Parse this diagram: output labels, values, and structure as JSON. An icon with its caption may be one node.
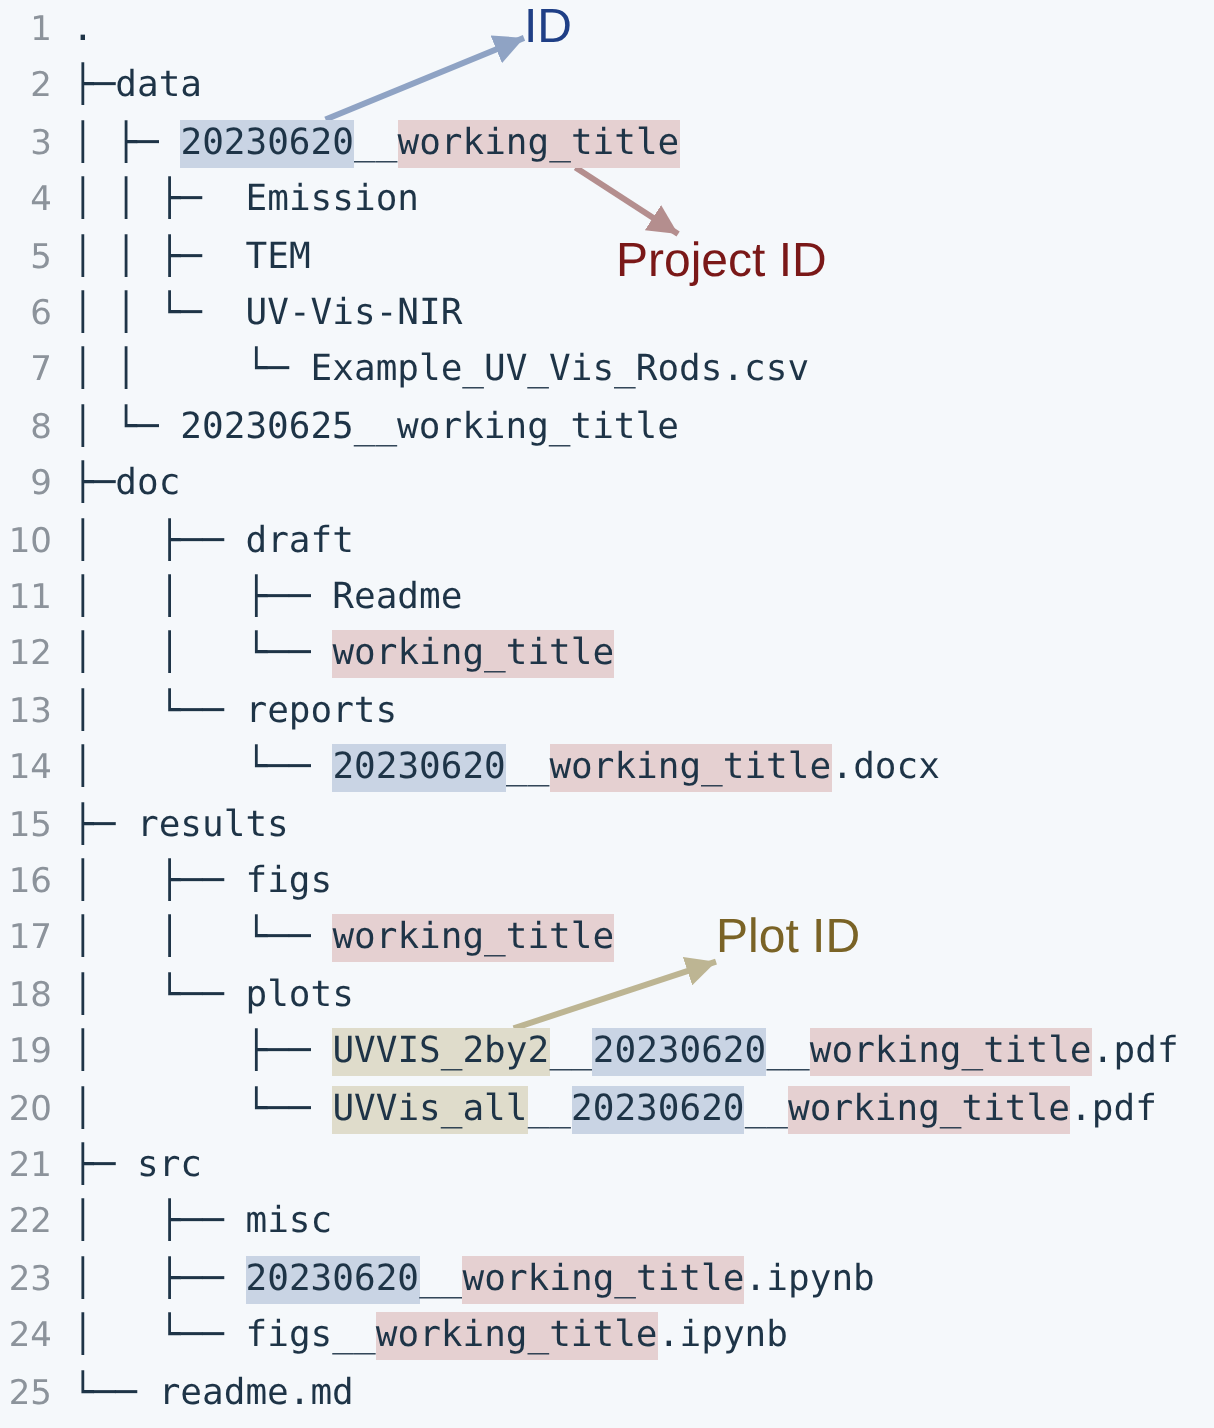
{
  "diagram": {
    "nodes": [
      {
        "text": [
          "ID"
        ]
      },
      {
        "text": [
          "20230620"
        ]
      },
      {
        "text": [
          "working_title"
        ]
      },
      {
        "text": [
          "Project ID"
        ]
      },
      {
        "text": [
          "working_title"
        ]
      },
      {
        "text": [
          "20230620"
        ]
      },
      {
        "text": [
          "working_title"
        ]
      },
      {
        "text": [
          "working_title"
        ]
      },
      {
        "text": [
          "Plot ID"
        ]
      },
      {
        "text": [
          "UVVIS_2by2"
        ]
      },
      {
        "text": [
          "20230620"
        ]
      },
      {
        "text": [
          "working_title"
        ]
      },
      {
        "text": [
          "UVVis_all"
        ]
      },
      {
        "text": [
          "20230620"
        ]
      },
      {
        "text": [
          "working_title"
        ]
      },
      {
        "text": [
          "20230620"
        ]
      },
      {
        "text": [
          "working_title"
        ]
      },
      {
        "text": [
          "working_title"
        ]
      }
    ],
    "edges": [
      {
        "from": 1,
        "to": 0,
        "arrow": "to",
        "color": "#8fa3c4"
      },
      {
        "from": 2,
        "to": 3,
        "arrow": "to",
        "color": "#b48e8e"
      },
      {
        "from": 9,
        "to": 8,
        "arrow": "to",
        "color": "#bdb593"
      }
    ],
    "labels": [
      "1",
      ".",
      "2",
      "├─data",
      "3",
      "│ ├─",
      "__",
      "4",
      "│ │ ├─",
      "Emission",
      "5",
      "│ │ ├─",
      "TEM",
      "6",
      "│ │ └─",
      "UV-Vis-NIR",
      "7",
      "│ │",
      "└─ Example_UV_Vis_Rods.csv",
      "8",
      "│ └─ 20230625__working_title",
      "9",
      "├─doc",
      "10",
      "│",
      "├── draft",
      "11",
      "│",
      "│",
      "├── Readme",
      "12",
      "│",
      "│",
      "└──",
      "13",
      "│",
      "└── reports",
      "14",
      "│",
      "└──",
      "__",
      ".docx",
      "15",
      "├─ results",
      "16",
      "│",
      "├── figs",
      "17",
      "│",
      "│",
      "└──",
      "18",
      "│",
      "└── plots",
      "19",
      "│",
      "├──",
      "__",
      "__",
      ".pdf",
      "20",
      "│",
      "└──",
      "__",
      "__",
      ".pdf",
      "21",
      "├─ src",
      "22",
      "│",
      "├── misc",
      "23",
      "│",
      "├──",
      "__",
      ".ipynb",
      "24",
      "│",
      "└──",
      "figs__",
      ".ipynb",
      "25",
      "└── readme.md"
    ]
  }
}
